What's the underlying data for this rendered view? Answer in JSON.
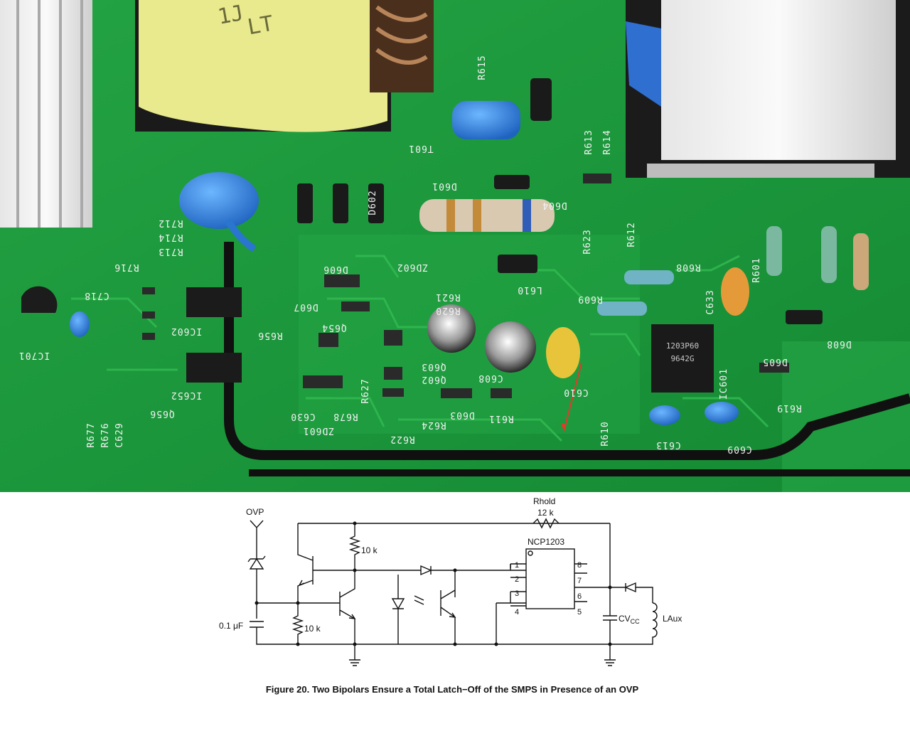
{
  "photo": {
    "transformer_label": [
      "1J",
      "LT"
    ],
    "silkscreen": [
      {
        "id": "R615",
        "text": "R615"
      },
      {
        "id": "T601",
        "text": "T601"
      },
      {
        "id": "D601",
        "text": "D601"
      },
      {
        "id": "D602",
        "text": "D602"
      },
      {
        "id": "D606",
        "text": "D606"
      },
      {
        "id": "D607",
        "text": "D607"
      },
      {
        "id": "D603",
        "text": "D603"
      },
      {
        "id": "D604",
        "text": "D604"
      },
      {
        "id": "D608",
        "text": "D608"
      },
      {
        "id": "D605",
        "text": "D605"
      },
      {
        "id": "L610",
        "text": "L610"
      },
      {
        "id": "ZD602",
        "text": "ZD602"
      },
      {
        "id": "ZD601",
        "text": "ZD601"
      },
      {
        "id": "R621",
        "text": "R621"
      },
      {
        "id": "R620",
        "text": "R620"
      },
      {
        "id": "Q602",
        "text": "Q602"
      },
      {
        "id": "Q603",
        "text": "Q603"
      },
      {
        "id": "Q654",
        "text": "Q654"
      },
      {
        "id": "R656",
        "text": "R656"
      },
      {
        "id": "C608",
        "text": "C608"
      },
      {
        "id": "C610",
        "text": "C610"
      },
      {
        "id": "C613",
        "text": "C613"
      },
      {
        "id": "C609",
        "text": "C609"
      },
      {
        "id": "C633",
        "text": "C633"
      },
      {
        "id": "R608",
        "text": "R608"
      },
      {
        "id": "R609",
        "text": "R609"
      },
      {
        "id": "R601",
        "text": "R601"
      },
      {
        "id": "R611",
        "text": "R611"
      },
      {
        "id": "R622",
        "text": "R622"
      },
      {
        "id": "R624",
        "text": "R624"
      },
      {
        "id": "R627",
        "text": "R627"
      },
      {
        "id": "R610",
        "text": "R610"
      },
      {
        "id": "R619",
        "text": "R619"
      },
      {
        "id": "R612",
        "text": "R612"
      },
      {
        "id": "R613",
        "text": "R613"
      },
      {
        "id": "R614",
        "text": "R614"
      },
      {
        "id": "R623",
        "text": "R623"
      },
      {
        "id": "IC601",
        "text": "IC601"
      },
      {
        "id": "IC602",
        "text": "IC602"
      },
      {
        "id": "IC652",
        "text": "IC652"
      },
      {
        "id": "IC701",
        "text": "IC701"
      },
      {
        "id": "R712",
        "text": "R712"
      },
      {
        "id": "R714",
        "text": "R714"
      },
      {
        "id": "R713",
        "text": "R713"
      },
      {
        "id": "R716",
        "text": "R716"
      },
      {
        "id": "R678",
        "text": "R678"
      },
      {
        "id": "C630",
        "text": "C630"
      },
      {
        "id": "R677",
        "text": "R677"
      },
      {
        "id": "R676",
        "text": "R676"
      },
      {
        "id": "C629",
        "text": "C629"
      },
      {
        "id": "Q656",
        "text": "Q656"
      },
      {
        "id": "C718",
        "text": "C718"
      }
    ],
    "ic_marking": [
      "1203P60",
      "9642G"
    ],
    "accent_colors": {
      "pcb": "#1f9a3c",
      "pcb_dark": "#137a2c",
      "trace": "#2cae48",
      "blue_cap": "#2f7fd8",
      "heatsink": "#d9d9d9",
      "yellow_tape": "#e8e68a",
      "arrow": "#e23b2a"
    }
  },
  "schematic": {
    "ovp_label": "OVP",
    "rhold_label": "Rhold",
    "rhold_value": "12 k",
    "ic_name": "NCP1203",
    "r_top_value": "10 k",
    "r_bottom_value": "10 k",
    "cap_value": "0.1 μF",
    "cvcc_label": "CV",
    "cvcc_sub": "CC",
    "laux_label": "LAux",
    "pins_left": [
      "1",
      "2",
      "3",
      "4"
    ],
    "pins_right": [
      "8",
      "7",
      "6",
      "5"
    ],
    "caption": "Figure 20. Two Bipolars Ensure a Total Latch−Off of the SMPS in Presence of an OVP"
  }
}
